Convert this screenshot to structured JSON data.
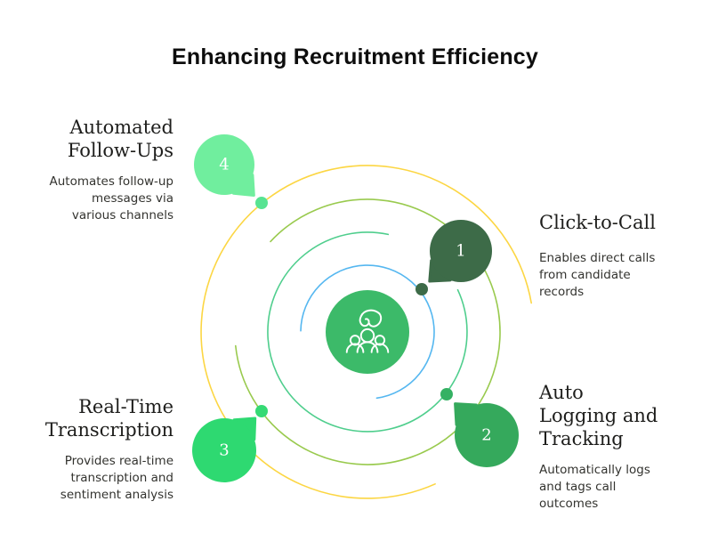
{
  "title": "Enhancing Recruitment Efficiency",
  "center": {
    "icon": "hand-selecting-people-icon",
    "color": "#3cba69"
  },
  "features": [
    {
      "num": "1",
      "title": "Click-to-Call",
      "desc": "Enables direct calls from candidate records",
      "bubble_color": "#3d6b48",
      "dot_color": "#3d6b48"
    },
    {
      "num": "2",
      "title": "Auto Logging and Tracking",
      "desc": "Automatically logs and tags call outcomes",
      "bubble_color": "#35a95c",
      "dot_color": "#35b163"
    },
    {
      "num": "3",
      "title": "Real-Time Transcription",
      "desc": "Provides real-time transcription and sentiment analysis",
      "bubble_color": "#2ed971",
      "dot_color": "#35da74"
    },
    {
      "num": "4",
      "title": "Automated Follow-Ups",
      "desc": "Automates follow-up messages via various channels",
      "bubble_color": "#70ee9e",
      "dot_color": "#57e392"
    }
  ],
  "palette": {
    "background": "#ffffff",
    "ring_blue": "#55b7f0",
    "ring_mint": "#4fce8d",
    "ring_olive": "#99ca4e",
    "ring_yellow": "#fcd643"
  }
}
